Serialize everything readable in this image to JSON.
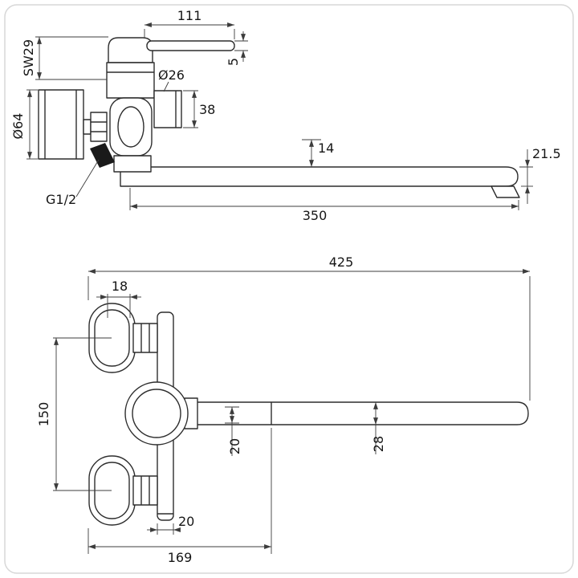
{
  "drawing": {
    "kind": "faucet-dimension-drawing",
    "background": "#ffffff",
    "line_color": "#2d2d2d",
    "border_color": "#d7d7d7"
  },
  "side_view": {
    "dim_handle_length": "111",
    "dim_handle_thickness": "5",
    "dim_wrench": "SW29",
    "dim_outlet_diameter": "Ø26",
    "dim_outlet_height": "38",
    "dim_flange_diameter": "Ø64",
    "dim_spout_drop": "14",
    "dim_spout_end_height": "21.5",
    "dim_spout_length": "350",
    "dim_thread": "G1/2"
  },
  "front_view": {
    "dim_total_reach": "425",
    "dim_flange_depth": "18",
    "dim_mount_centers": "150",
    "dim_tube_small": "20",
    "dim_spout_height": "28",
    "dim_body_tube": "20",
    "dim_body_reach": "169"
  }
}
